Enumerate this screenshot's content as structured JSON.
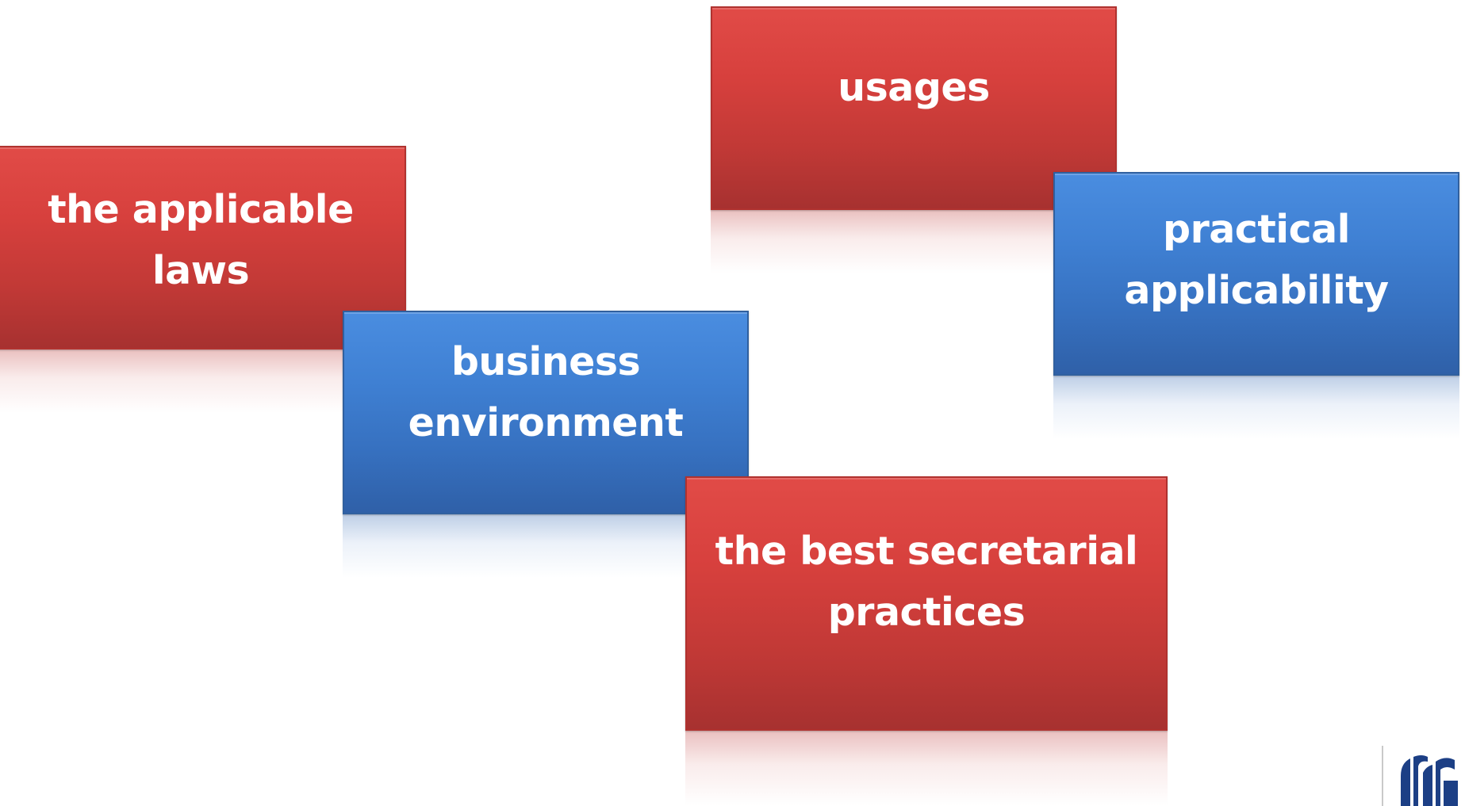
{
  "diagram": {
    "boxes": [
      {
        "id": "usages",
        "text": "usages",
        "color": "red"
      },
      {
        "id": "applicable-laws",
        "text": "the applicable laws",
        "color": "red"
      },
      {
        "id": "practical-applicability",
        "text": "practical applicability",
        "color": "blue"
      },
      {
        "id": "business-environment",
        "text": "business environment",
        "color": "blue"
      },
      {
        "id": "best-secretarial-practices",
        "text": "the best secretarial practices",
        "color": "red"
      }
    ]
  },
  "colors": {
    "red": "#d7403d",
    "blue": "#3f80d3",
    "logo": "#1c3f85"
  },
  "logo": {
    "icon": "institute-logo-icon"
  }
}
